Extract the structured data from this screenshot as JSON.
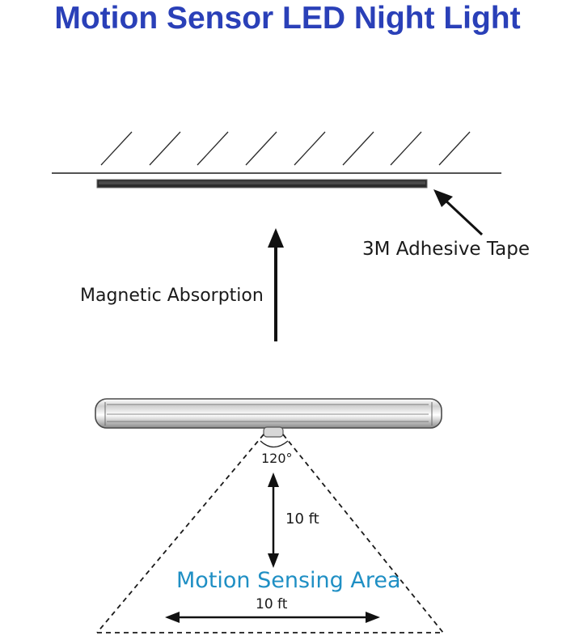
{
  "title": "Motion Sensor LED Night Light",
  "labels": {
    "adhesive_tape": "3M Adhesive Tape",
    "magnetic_absorption": "Magnetic Absorption",
    "angle": "120°",
    "vertical_distance": "10 ft",
    "sensing_area": "Motion Sensing Area",
    "horizontal_distance": "10 ft"
  },
  "colors": {
    "title": "#2a40b8",
    "sensing_area": "#1f8fc4",
    "line": "#1a1a1a"
  }
}
